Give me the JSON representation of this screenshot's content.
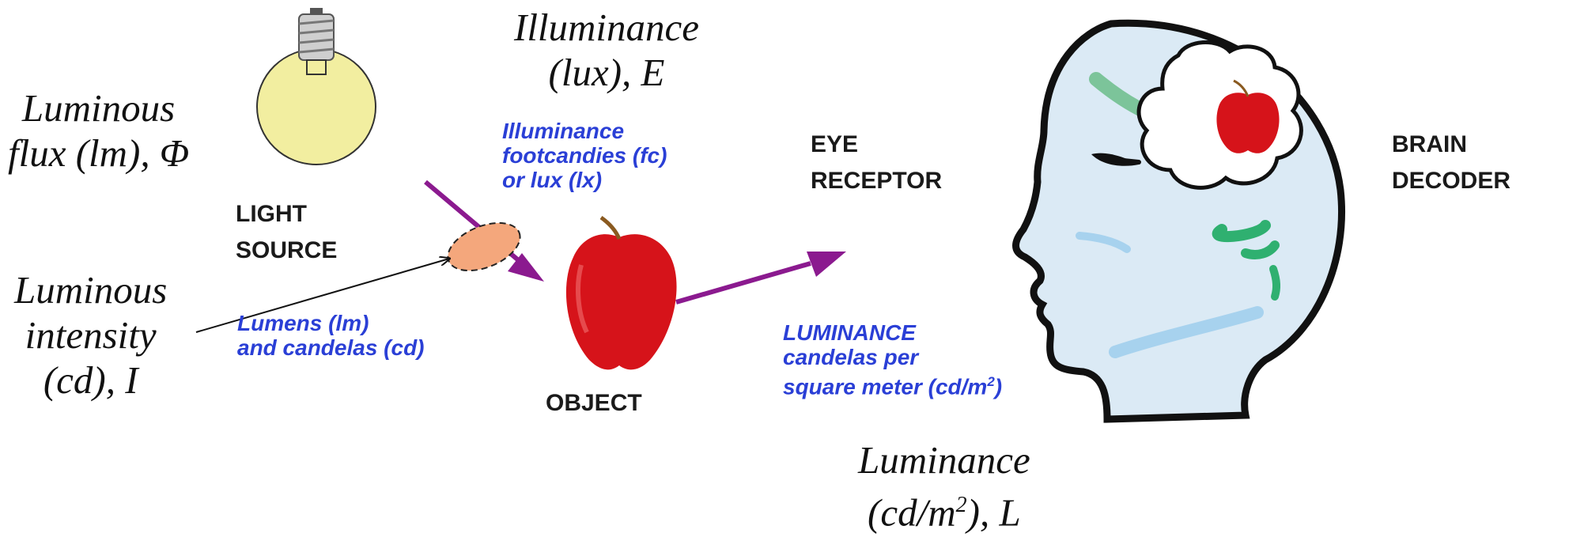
{
  "colors": {
    "accent_text": "#2a3fd6",
    "arrow": "#8b1a8f",
    "bulb": "#f2eea0",
    "apple": "#d6131a",
    "intensity_marker": "#f4a77c",
    "head": "#dbeaf5",
    "head_outline": "#111111",
    "lines_green": "#2fb070"
  },
  "icons": {
    "bulb": "light-bulb-icon",
    "apple": "apple-icon",
    "head": "human-head-icon",
    "thought_apple": "apple-icon"
  },
  "labels": {
    "luminous_flux": [
      "Luminous",
      "flux (lm), Φ"
    ],
    "illuminance_title": [
      "Illuminance",
      "(lux), E"
    ],
    "luminous_intensity": [
      "Luminous",
      "intensity",
      "(cd), I"
    ],
    "luminance_title": [
      "Luminance",
      "(cd/m",
      "2",
      "), L"
    ],
    "light_source": [
      "LIGHT",
      "SOURCE"
    ],
    "object": "OBJECT",
    "eye_receptor": [
      "EYE",
      "RECEPTOR"
    ],
    "brain_decoder": [
      "BRAIN",
      "DECODER"
    ],
    "illuminance_units": [
      "Illuminance",
      "footcandies (fc)",
      "or lux (lx)"
    ],
    "lumens_units": [
      "Lumens (lm)",
      "and candelas (cd)"
    ],
    "luminance_units": [
      "LUMINANCE",
      "candelas per",
      "square meter  (cd/m",
      "2",
      ")"
    ]
  }
}
